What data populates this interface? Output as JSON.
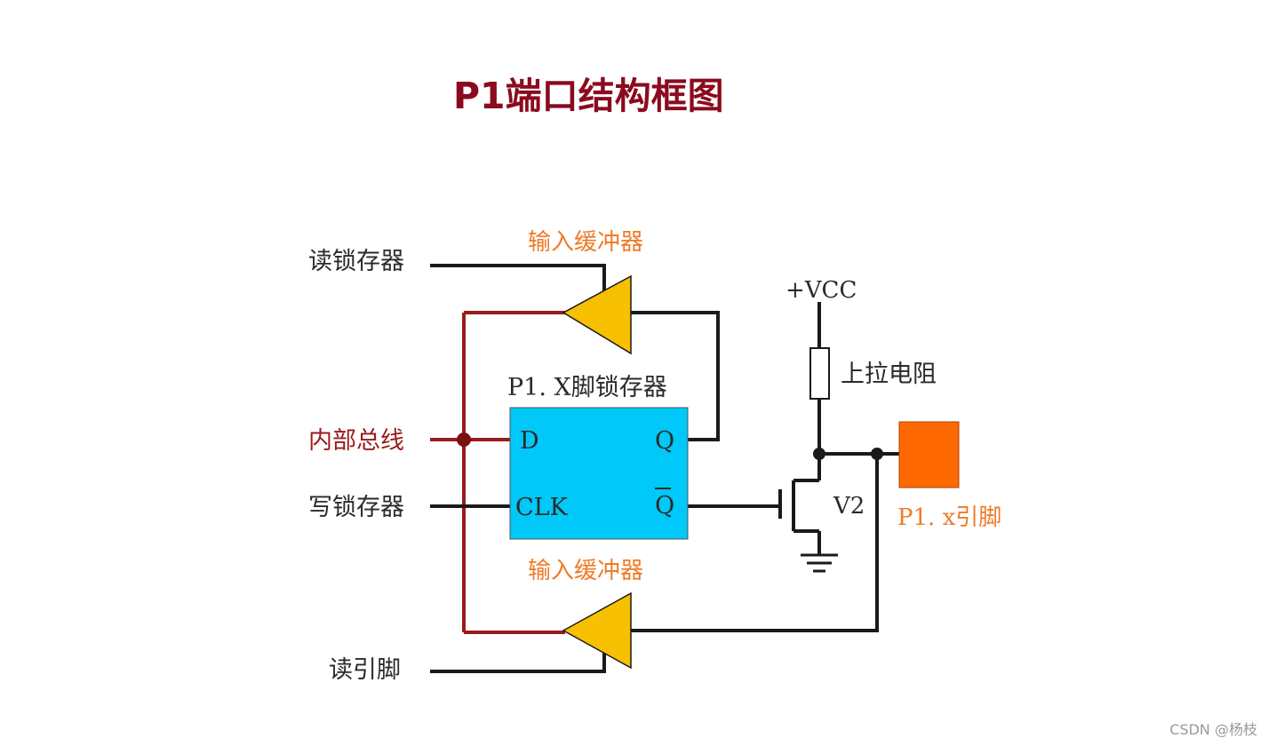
{
  "title": "P1端口结构框图",
  "labels": {
    "read_latch": "读锁存器",
    "input_buffer_top": "输入缓冲器",
    "latch_name": "P1. X脚锁存器",
    "internal_bus": "内部总线",
    "write_latch": "写锁存器",
    "input_buffer_bottom": "输入缓冲器",
    "read_pin": "读引脚",
    "vcc": "+VCC",
    "pullup": "上拉电阻",
    "transistor": "V2",
    "pin_label": "P1. x引脚"
  },
  "latch_pins": {
    "d": "D",
    "clk": "CLK",
    "q": "Q",
    "q_bar": "Q"
  },
  "watermark": "CSDN @杨枝",
  "colors": {
    "title": "#8b0a1e",
    "bus_line": "#9a1b1b",
    "wire": "#1a1a1a",
    "latch_fill": "#00c8f8",
    "buffer_fill": "#f7c000",
    "pin_fill": "#ff6a00",
    "label_orange": "#f07a28"
  }
}
